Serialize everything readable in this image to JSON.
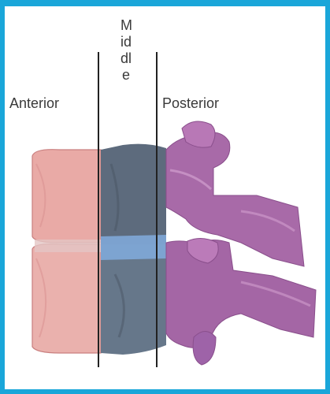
{
  "labels": {
    "anterior": "Anterior",
    "middle": "Middle",
    "posterior": "Posterior"
  },
  "colors": {
    "frame": "#1aa6d9",
    "anterior": "#e8a3a0",
    "middle": "#5f6e7f",
    "posterior": "#a667a6",
    "disc": "#7fa9d8"
  }
}
